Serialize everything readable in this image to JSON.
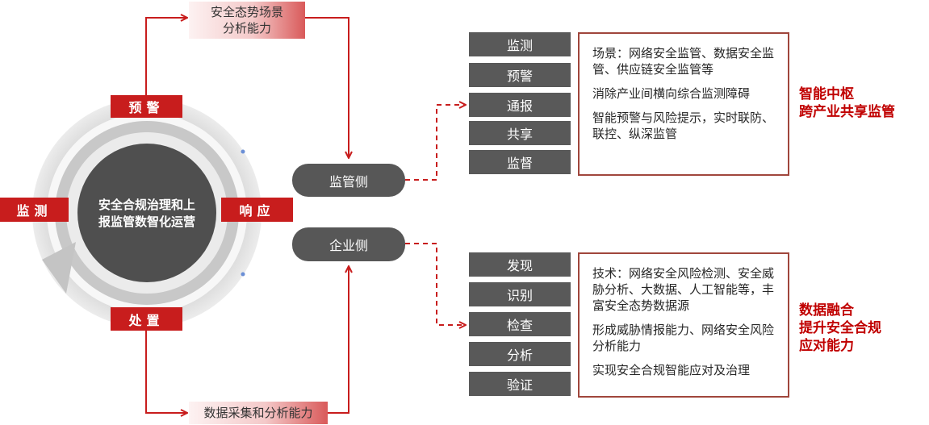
{
  "top_label": {
    "line1": "安全态势场景",
    "line2": "分析能力"
  },
  "bottom_label": "数据采集和分析能力",
  "center": {
    "line1": "安全合规治理和上",
    "line2": "报监管数智化运营"
  },
  "tags": {
    "top": "预警",
    "left": "监测",
    "right": "响应",
    "bottom": "处置"
  },
  "regulator": {
    "pill": "监管侧",
    "items": [
      "监测",
      "预警",
      "通报",
      "共享",
      "监督"
    ],
    "desc": [
      "场景：网络安全监管、数据安全监管、供应链安全监管等",
      "消除产业间横向综合监测障碍",
      "智能预警与风险提示，实时联防、联控、纵深监管"
    ],
    "title": {
      "line1": "智能中枢",
      "line2": "跨产业共享监管"
    }
  },
  "enterprise": {
    "pill": "企业侧",
    "items": [
      "发现",
      "识别",
      "检查",
      "分析",
      "验证"
    ],
    "desc": [
      "技术：网络安全风险检测、安全威胁分析、大数据、人工智能等，丰富安全态势数据源",
      "形成威胁情报能力、网络安全风险分析能力",
      "实现安全合规智能应对及治理"
    ],
    "title": {
      "line1": "数据融合",
      "line2": "提升安全合规",
      "line3": "应对能力"
    }
  },
  "colors": {
    "accent_red": "#c81d1d",
    "title_red": "#c00000",
    "dark_gray": "#595959",
    "box_border": "#a0463c"
  }
}
